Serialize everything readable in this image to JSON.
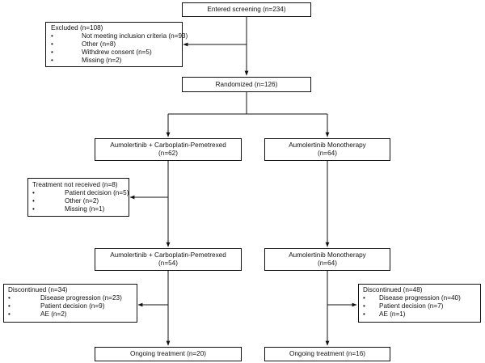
{
  "screening": {
    "label": "Entered screening (n=234)"
  },
  "excluded": {
    "title": "Excluded (n=108)",
    "items": [
      "Not meeting inclusion criteria (n=93)",
      "Other (n=8)",
      "Withdrew consent (n=5)",
      "Missing (n=2)"
    ]
  },
  "randomized": {
    "label": "Randomized (n=126)"
  },
  "arm_combo_allocated": {
    "label": "Aumolertinib + Carboplatin-Pemetrexed\n(n=62)"
  },
  "arm_mono_allocated": {
    "label": "Aumolertinib Monotherapy\n(n=64)"
  },
  "not_received": {
    "title": "Treatment not received (n=8)",
    "items": [
      "Patient decision (n=5)",
      "Other (n=2)",
      "Missing (n=1)"
    ]
  },
  "arm_combo_treated": {
    "label": "Aumolertinib + Carboplatin-Pemetrexed\n(n=54)"
  },
  "arm_mono_treated": {
    "label": "Aumolertinib Monotherapy\n(n=64)"
  },
  "discontinued_combo": {
    "title": "Discontinued (n=34)",
    "items": [
      "Disease progression (n=23)",
      "Patient decision (n=9)",
      "AE (n=2)"
    ]
  },
  "discontinued_mono": {
    "title": "Discontinued (n=48)",
    "items": [
      "Disease progression (n=40)",
      "Patient decision (n=7)",
      "AE (n=1)"
    ]
  },
  "ongoing_combo": {
    "label": "Ongoing treatment (n=20)"
  },
  "ongoing_mono": {
    "label": "Ongoing treatment (n=16)"
  },
  "bullet_glyph": "•"
}
